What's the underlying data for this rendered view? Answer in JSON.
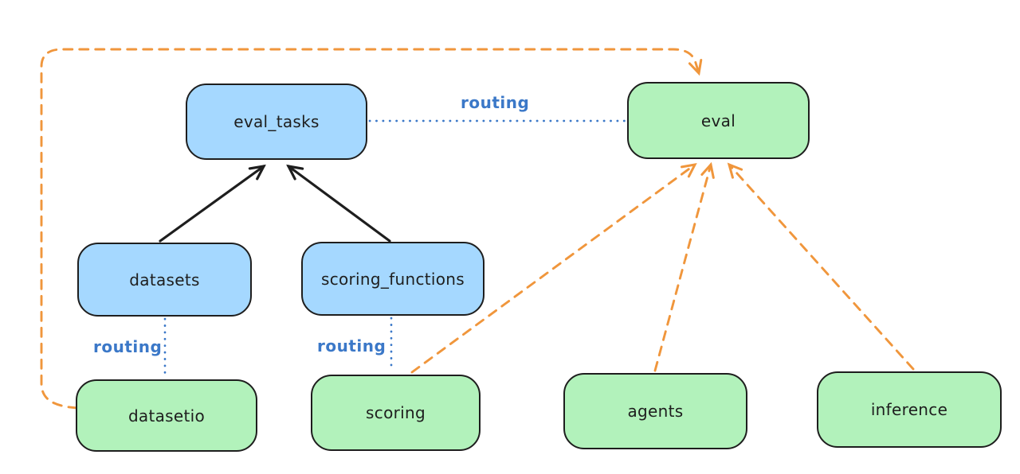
{
  "nodes": {
    "eval_tasks": {
      "label": "eval_tasks",
      "kind": "resource"
    },
    "eval": {
      "label": "eval",
      "kind": "api"
    },
    "datasets": {
      "label": "datasets",
      "kind": "resource"
    },
    "scoring_functions": {
      "label": "scoring_functions",
      "kind": "resource"
    },
    "datasetio": {
      "label": "datasetio",
      "kind": "api"
    },
    "scoring": {
      "label": "scoring",
      "kind": "api"
    },
    "agents": {
      "label": "agents",
      "kind": "api"
    },
    "inference": {
      "label": "inference",
      "kind": "api"
    }
  },
  "labels": {
    "routing_top": "routing",
    "routing_left": "routing",
    "routing_middle": "routing"
  },
  "edges": [
    {
      "from": "datasets",
      "to": "eval_tasks",
      "style": "solid-arrow"
    },
    {
      "from": "scoring_functions",
      "to": "eval_tasks",
      "style": "solid-arrow"
    },
    {
      "from": "eval_tasks",
      "to": "eval",
      "style": "dotted",
      "label": "routing"
    },
    {
      "from": "datasets",
      "to": "datasetio",
      "style": "dotted",
      "label": "routing"
    },
    {
      "from": "scoring_functions",
      "to": "scoring",
      "style": "dotted",
      "label": "routing"
    },
    {
      "from": "datasetio",
      "to": "eval",
      "style": "dashed-arrow"
    },
    {
      "from": "scoring",
      "to": "eval",
      "style": "dashed-arrow"
    },
    {
      "from": "agents",
      "to": "eval",
      "style": "dashed-arrow"
    },
    {
      "from": "inference",
      "to": "eval",
      "style": "dashed-arrow"
    }
  ],
  "colors": {
    "api_fill": "#a5d8ff",
    "provider_fill": "#b2f2bb",
    "box_stroke": "#1e1e1e",
    "text": "#1e1e1e",
    "routing_blue": "#3b78c8",
    "orange": "#f0963c",
    "background": "#ffffff"
  }
}
